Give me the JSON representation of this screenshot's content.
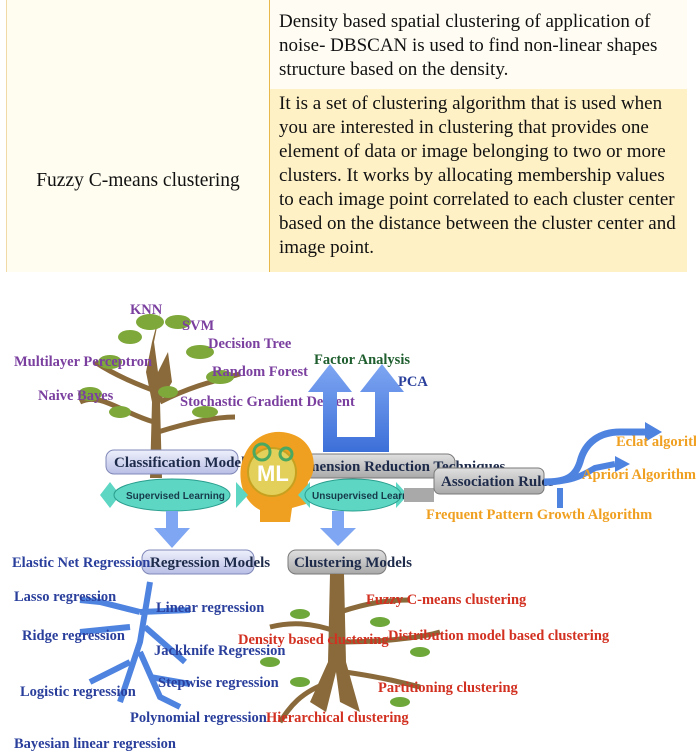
{
  "table": {
    "row_label": "Fuzzy C-means clustering",
    "dbscan_text": "Density based spatial clustering of application of noise- DBSCAN is used to find non-linear shapes structure based on the density.",
    "fuzzy_text": "It is a set of clustering algorithm that is used when you are interested in clustering that provides one element of data or image belonging to two or more clusters. It works by allocating membership values to each image point correlated to each cluster center based on the distance between the cluster center and image point."
  },
  "diagram": {
    "center": "ML",
    "supervised": "Supervised Learning",
    "unsupervised": "Unsupervised Learning",
    "classification_box": "Classification Models",
    "dimension_box": "Dimension Reduction Techniques",
    "regression_box": "Regression Models",
    "clustering_box": "Clustering Models",
    "association_box": "Association Rules",
    "classification": [
      "KNN",
      "SVM",
      "Decision Tree",
      "Multilayer Perceptron",
      "Random Forest",
      "Naive Bayes",
      "Stochastic Gradient Descent"
    ],
    "dimension": [
      "Factor Analysis",
      "PCA"
    ],
    "association": [
      "Eclat algorithm",
      "Apriori Algorithm",
      "Frequent Pattern Growth Algorithm"
    ],
    "regression": [
      "Elastic Net Regression",
      "Lasso regression",
      "Linear regression",
      "Ridge regression",
      "Jackknife Regression",
      "Stepwise regression",
      "Logistic regression",
      "Polynomial regression",
      "Bayesian linear regression"
    ],
    "clustering": [
      "Fuzzy C-means clustering",
      "Density based clustering",
      "Distribution model based clustering",
      "Partitioning clustering",
      "Hierarchical clustering"
    ],
    "colors": {
      "purple": "#7a3f9f",
      "blue": "#2a3f9c",
      "red": "#d23020",
      "orange": "#f0a020",
      "teal": "#5ed6c4",
      "arrow": "#4f83e0"
    }
  }
}
